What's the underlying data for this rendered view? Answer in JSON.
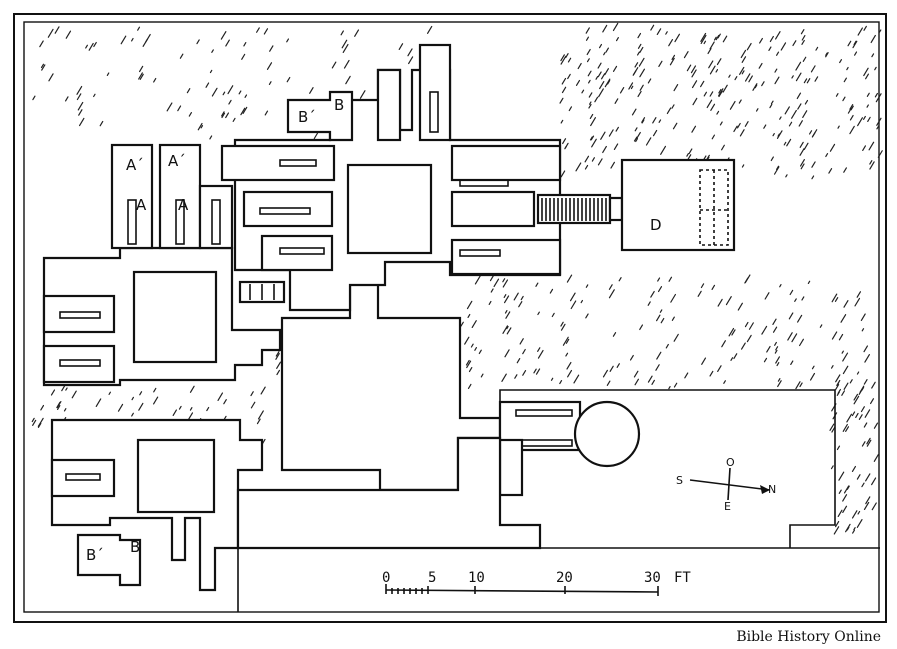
{
  "labels": {
    "a_prime_1": "A´",
    "a_prime_2": "A´",
    "a_1": "A",
    "a_2": "A",
    "b_prime_top": "B´",
    "b_top": "B",
    "b_prime_bottom": "B´",
    "b_bottom": "B",
    "d": "D"
  },
  "compass": {
    "south": "S",
    "north": "N",
    "west": "O",
    "east": "E"
  },
  "scale_bar": {
    "ticks": [
      "0",
      "5",
      "10",
      "20",
      "30"
    ],
    "unit": "FT"
  },
  "credit": "Bible History Online"
}
